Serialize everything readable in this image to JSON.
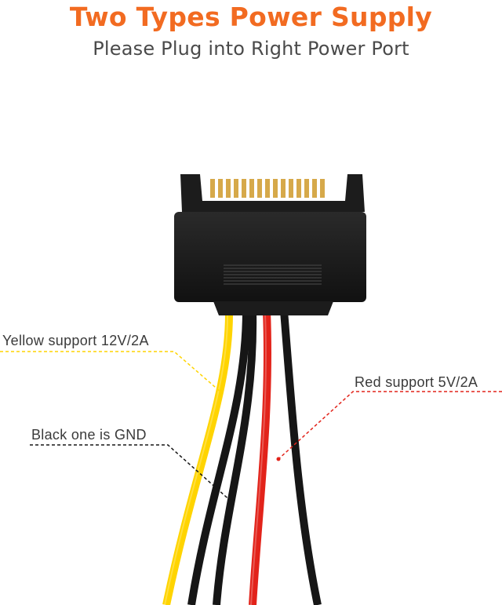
{
  "header": {
    "title": "Two Types Power Supply",
    "subtitle": "Please Plug into Right Power Port"
  },
  "callouts": {
    "yellow": "Yellow support 12V/2A",
    "black": "Black one is GND",
    "red": "Red support 5V/2A"
  },
  "colors": {
    "title": "#f26b21",
    "subtitle": "#4a4a4a",
    "label_text": "#3a3a3a",
    "wire_yellow": "#ffd400",
    "wire_red": "#e2231a",
    "wire_black": "#161616",
    "connector": "#1c1c1c",
    "pins": "#d6a94a"
  }
}
